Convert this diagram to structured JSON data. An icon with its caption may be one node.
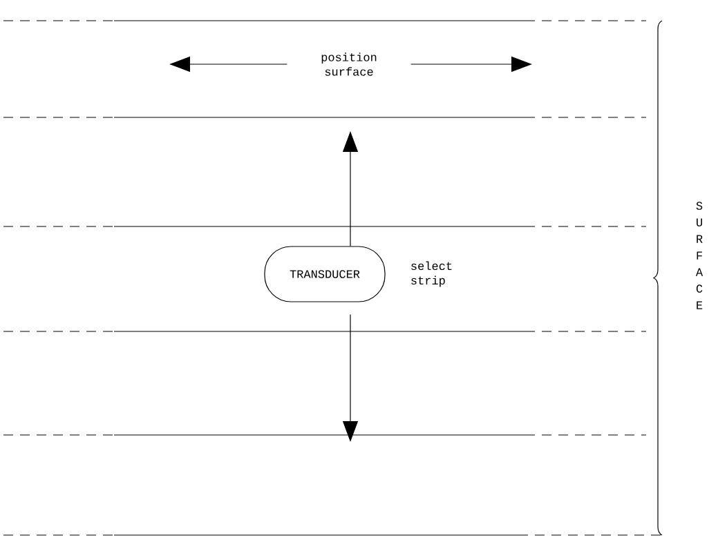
{
  "diagram": {
    "nodes": [
      {
        "text": [
          "TRANSDUCER"
        ],
        "beside": [
          "select strip"
        ]
      },
      {
        "text": [
          "position surface"
        ]
      }
    ],
    "edges": [
      {
        "from": 1,
        "to": null,
        "arrow": "to"
      },
      {
        "from": 1,
        "to": null,
        "arrow": "to"
      },
      {
        "from": 0,
        "to": null,
        "arrow": "to"
      },
      {
        "from": 0,
        "to": null,
        "arrow": "to"
      }
    ],
    "labels": [
      "SURFACE"
    ]
  }
}
